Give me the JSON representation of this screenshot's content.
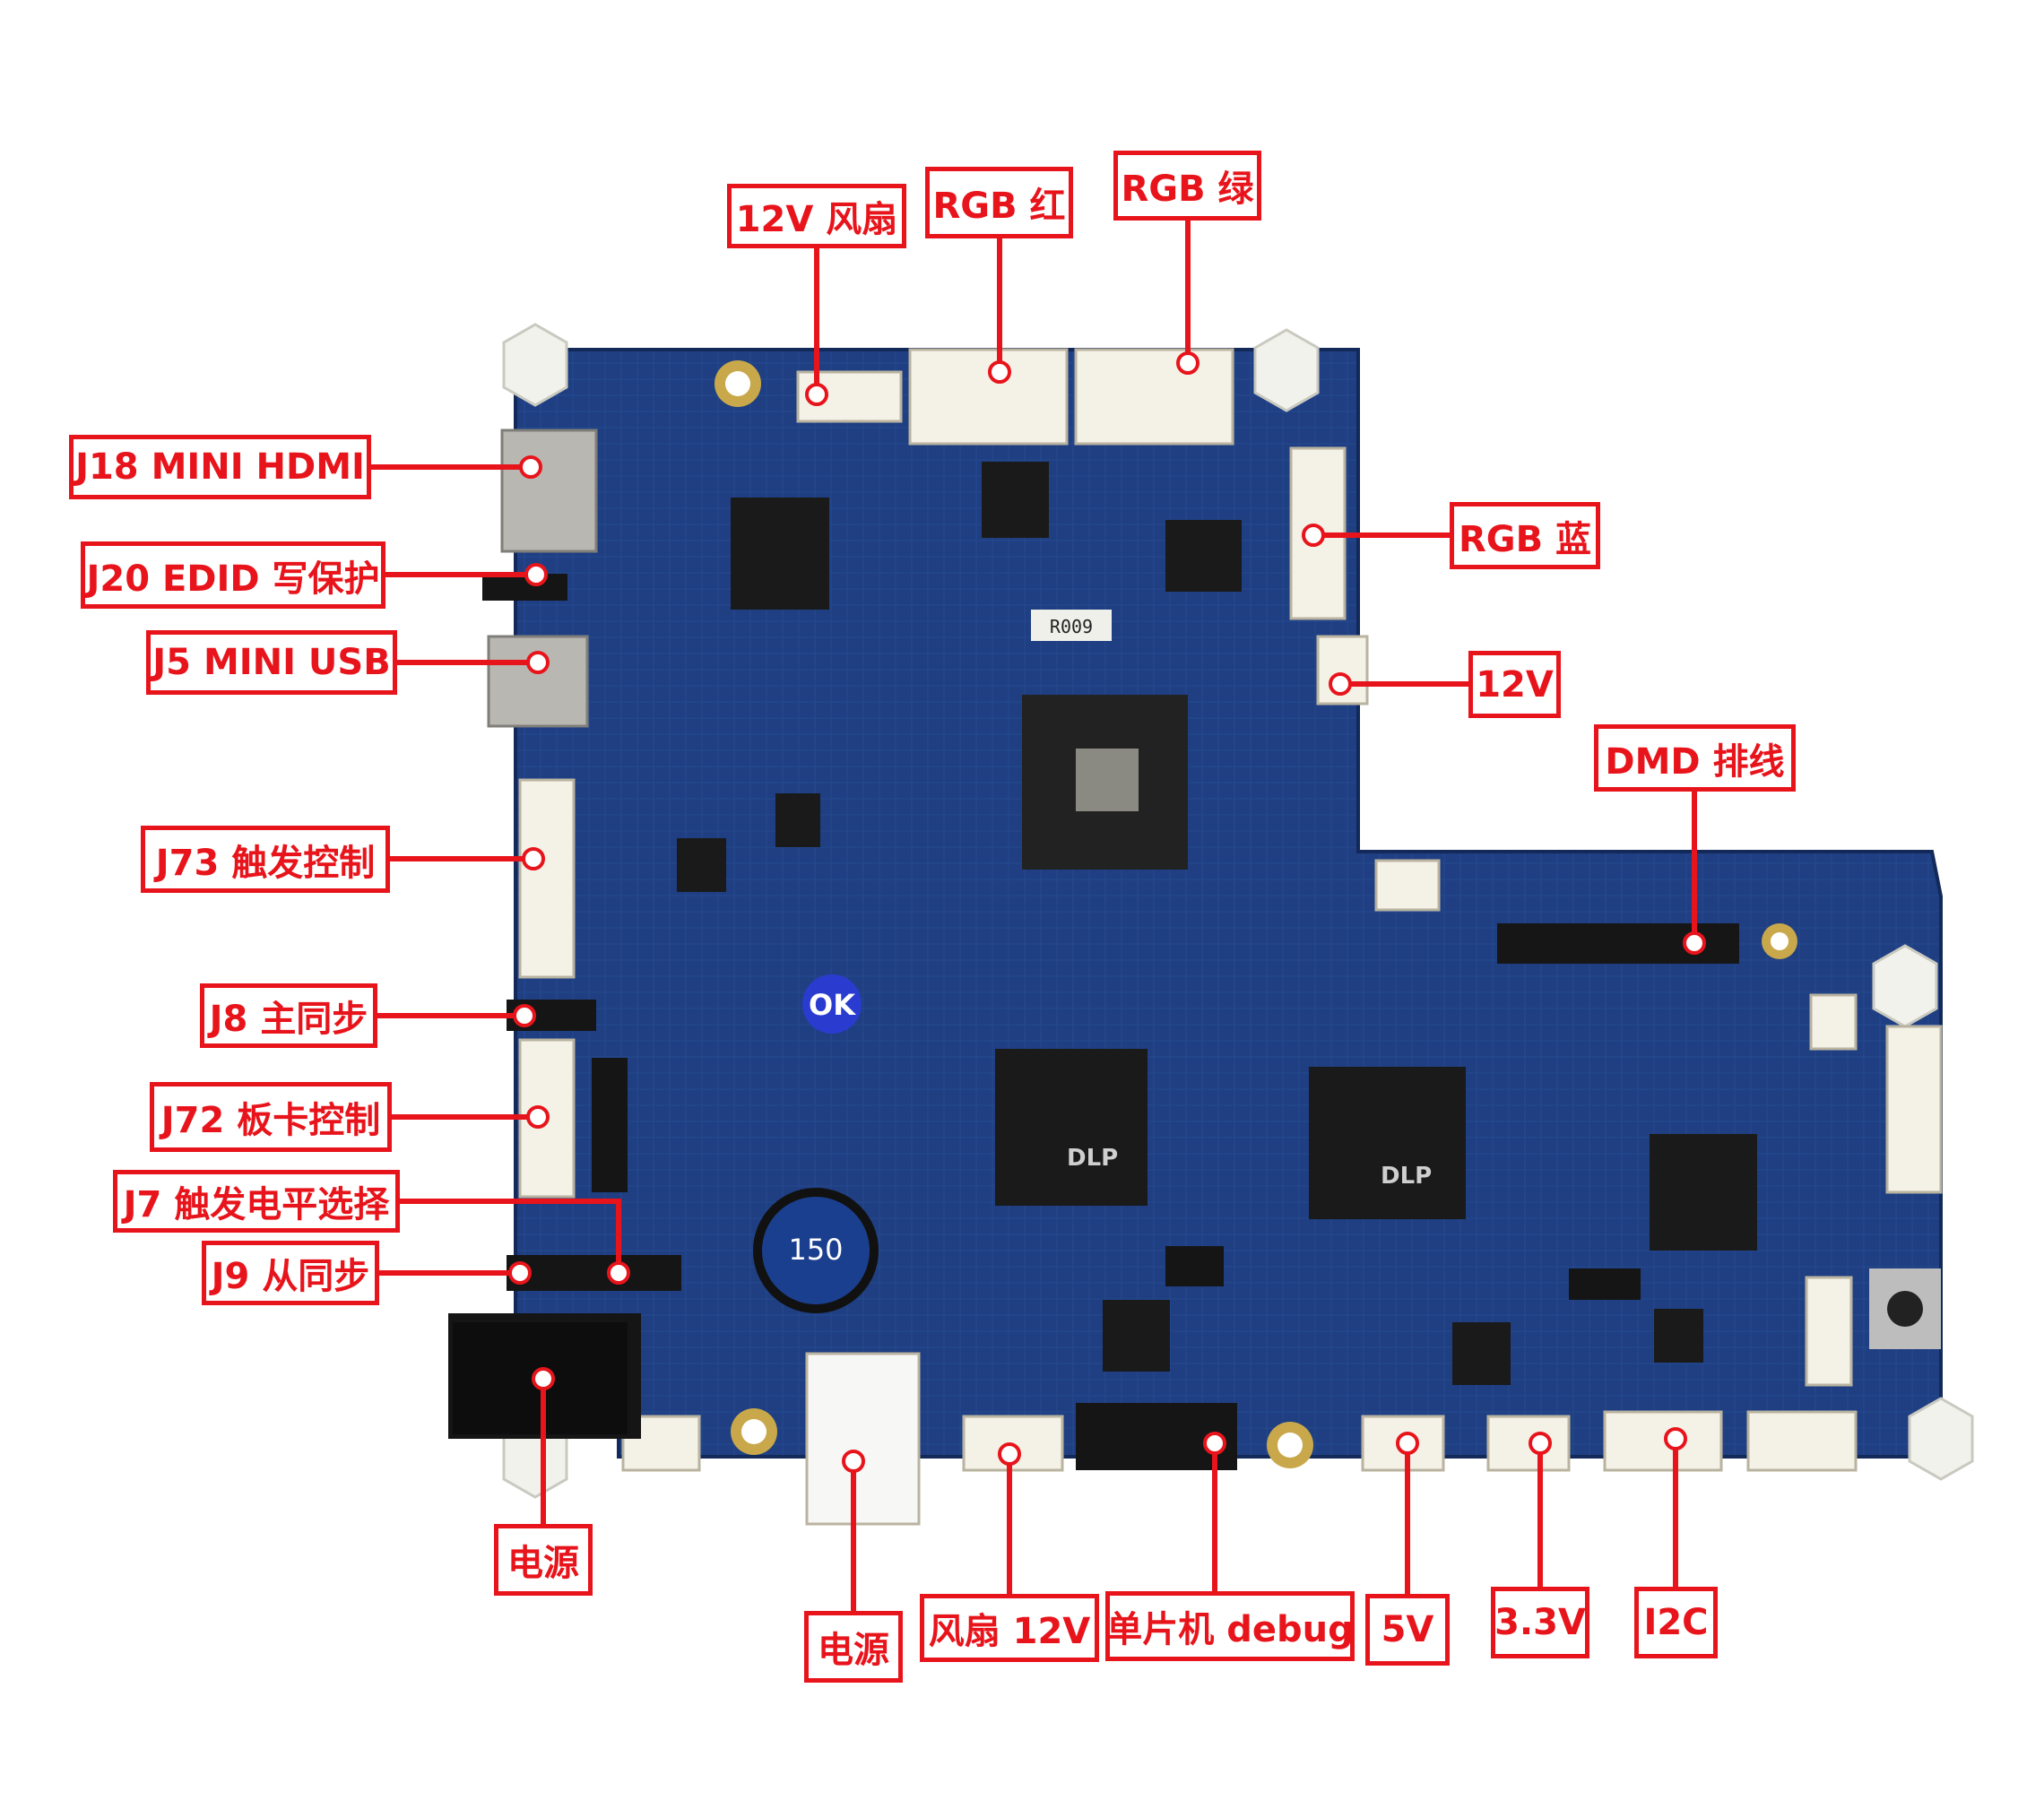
{
  "diagram": {
    "board_color": "#1c3a78",
    "label_color": "#e8141b",
    "dot_color": "#ffffff",
    "inductor_marking": "150",
    "sticker_text": "OK",
    "chip_brand": "DLP",
    "resistor_marking": "R009"
  },
  "callouts": [
    {
      "id": "fan-12v-top",
      "text": "12V 风扇"
    },
    {
      "id": "rgb-red",
      "text": "RGB 红"
    },
    {
      "id": "rgb-green",
      "text": "RGB 绿"
    },
    {
      "id": "j18-mini-hdmi",
      "text": "J18 MINI HDMI"
    },
    {
      "id": "rgb-blue",
      "text": "RGB 蓝"
    },
    {
      "id": "j20-edid",
      "text": "J20 EDID 写保护"
    },
    {
      "id": "j5-mini-usb",
      "text": "J5 MINI USB"
    },
    {
      "id": "power-12v",
      "text": "12V"
    },
    {
      "id": "dmd-cable",
      "text": "DMD 排线"
    },
    {
      "id": "j73-trigger-control",
      "text": "J73 触发控制"
    },
    {
      "id": "j8-master-sync",
      "text": "J8 主同步"
    },
    {
      "id": "j72-board-control",
      "text": "J72 板卡控制"
    },
    {
      "id": "j7-trigger-level",
      "text": "J7 触发电平选择"
    },
    {
      "id": "j9-slave-sync",
      "text": "J9 从同步"
    },
    {
      "id": "power-dc-jack",
      "text": "电源"
    },
    {
      "id": "power-molex",
      "text": "电源"
    },
    {
      "id": "fan-12v-bottom",
      "text": "风扇 12V"
    },
    {
      "id": "mcu-debug",
      "text": "单片机 debug"
    },
    {
      "id": "rail-5v",
      "text": "5V"
    },
    {
      "id": "rail-3v3",
      "text": "3.3V"
    },
    {
      "id": "i2c",
      "text": "I2C"
    }
  ]
}
